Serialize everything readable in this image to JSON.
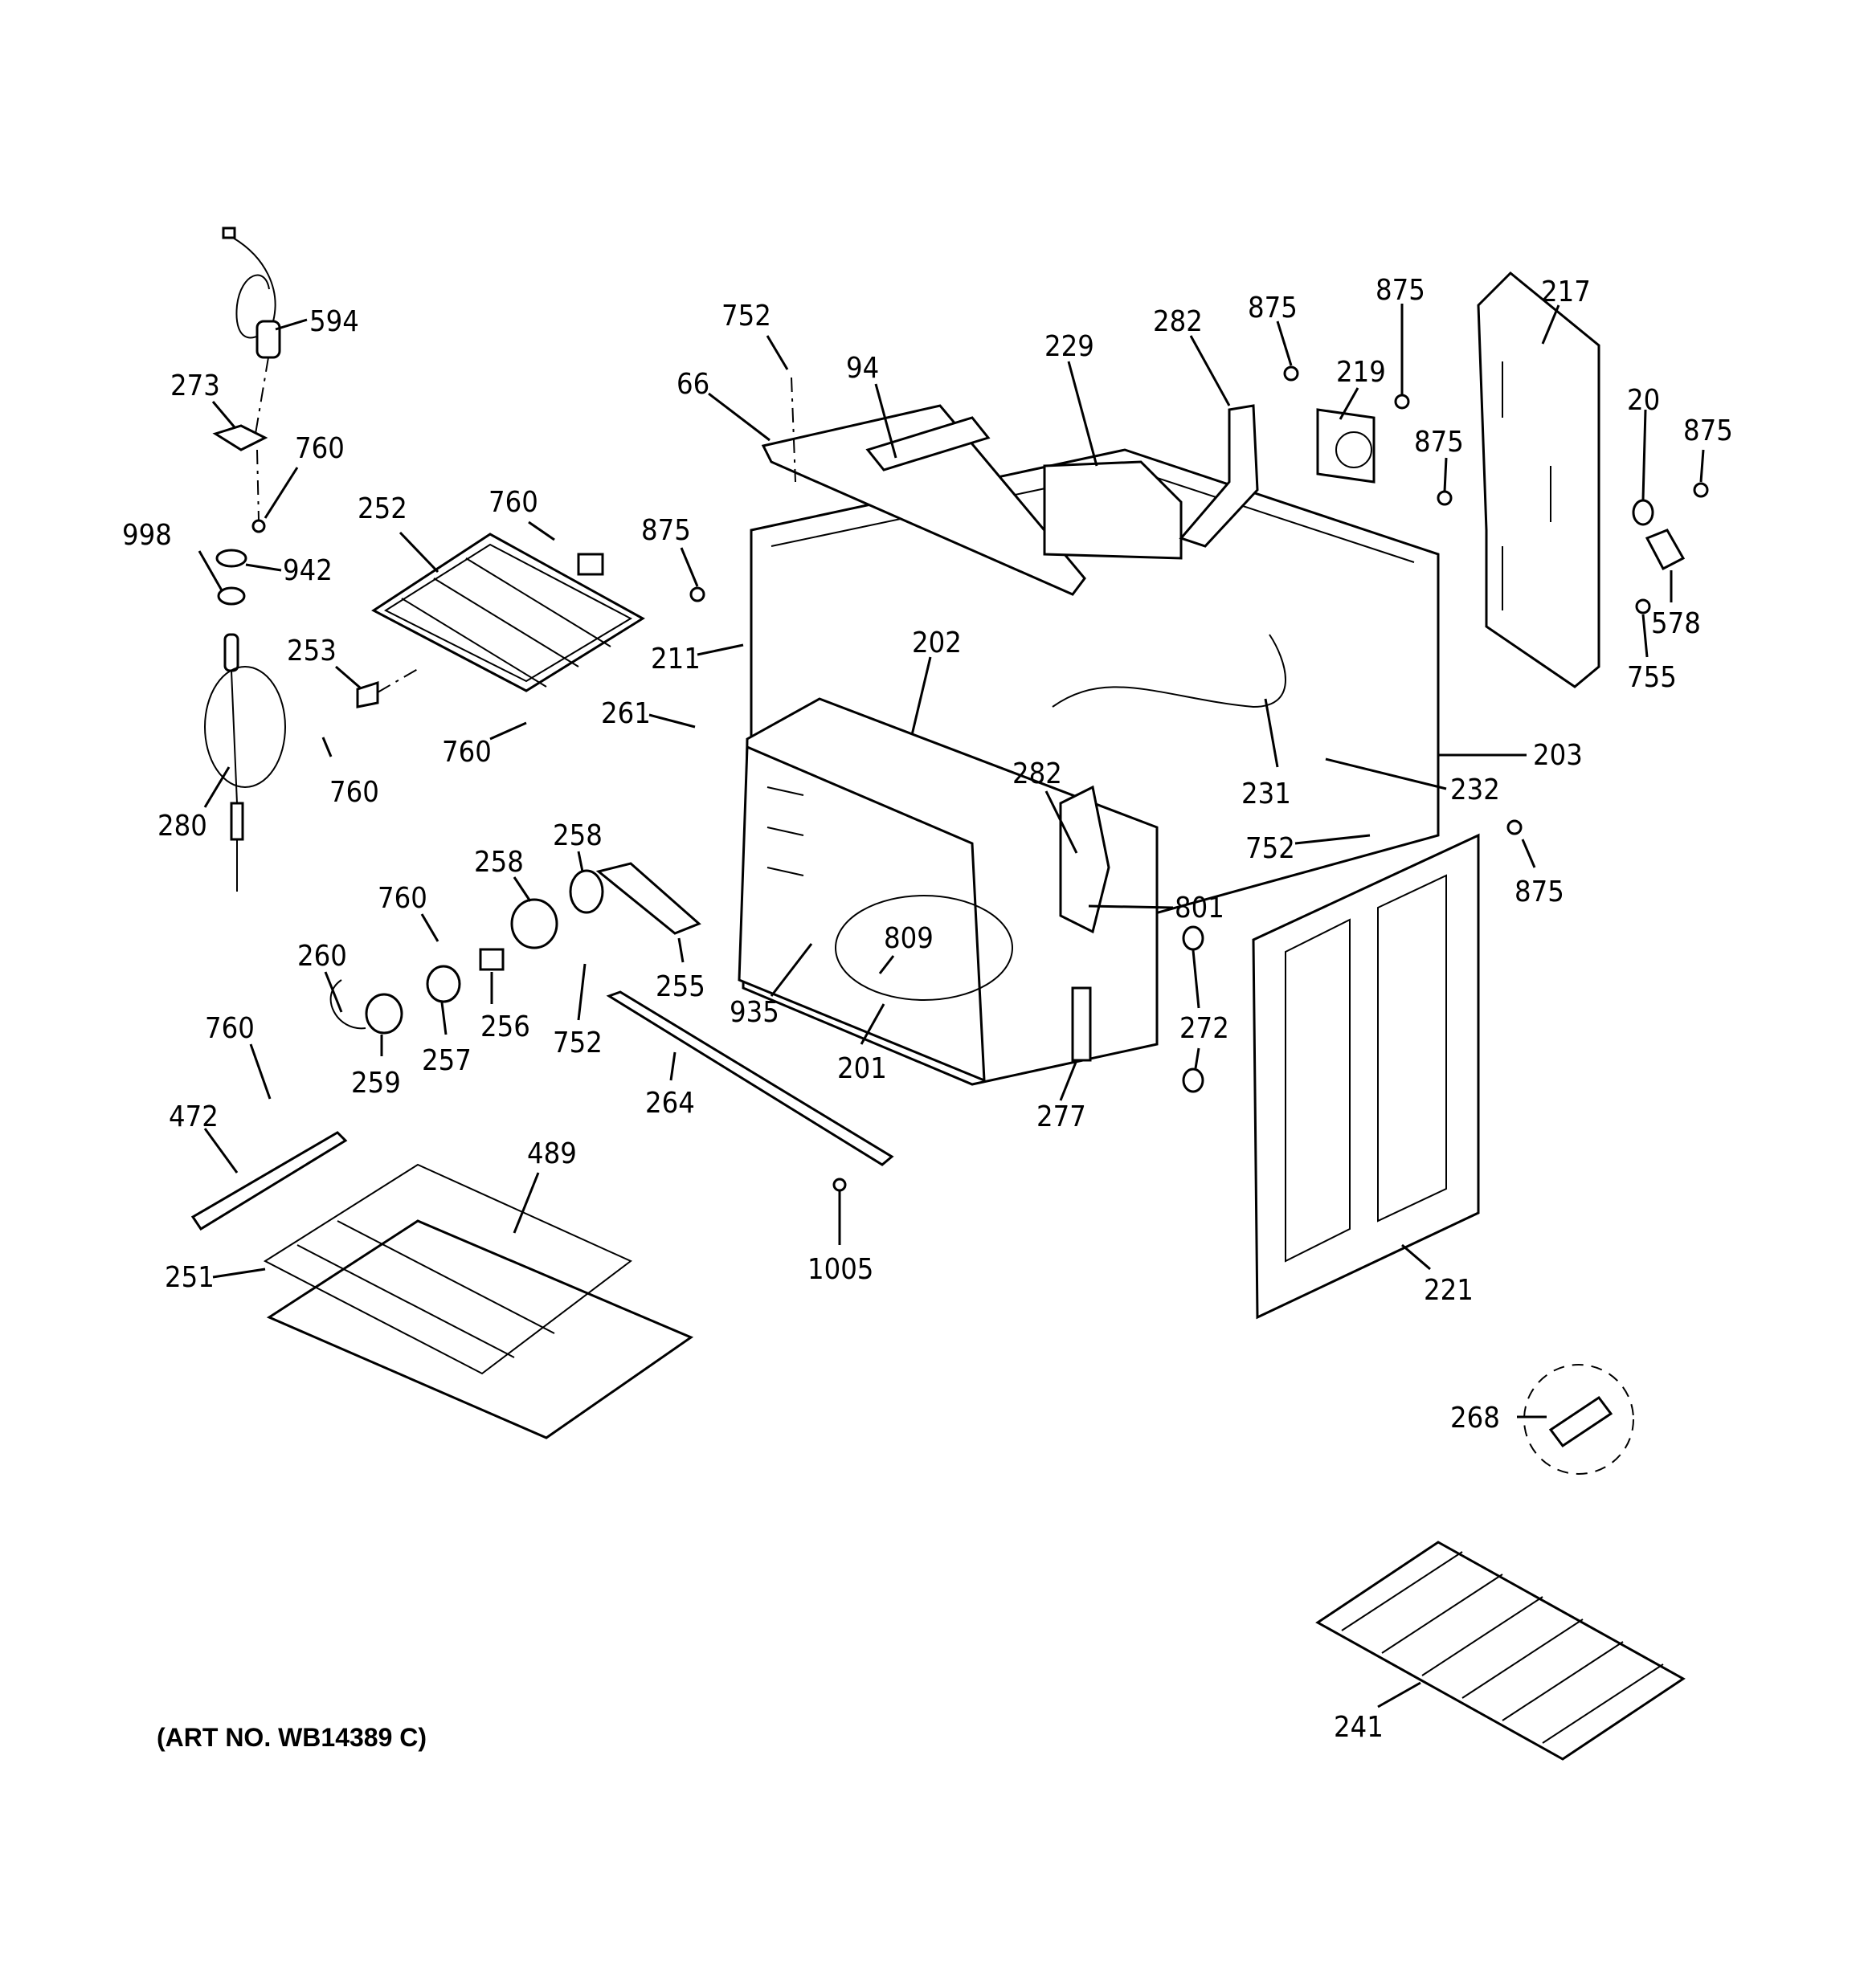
{
  "art_number": "(ART NO. WB14389 C)",
  "callouts": [
    {
      "id": "594"
    },
    {
      "id": "273"
    },
    {
      "id": "760"
    },
    {
      "id": "998"
    },
    {
      "id": "942"
    },
    {
      "id": "280"
    },
    {
      "id": "252"
    },
    {
      "id": "760"
    },
    {
      "id": "253"
    },
    {
      "id": "760"
    },
    {
      "id": "760"
    },
    {
      "id": "752"
    },
    {
      "id": "66"
    },
    {
      "id": "94"
    },
    {
      "id": "875"
    },
    {
      "id": "211"
    },
    {
      "id": "261"
    },
    {
      "id": "202"
    },
    {
      "id": "229"
    },
    {
      "id": "282"
    },
    {
      "id": "875"
    },
    {
      "id": "219"
    },
    {
      "id": "875"
    },
    {
      "id": "875"
    },
    {
      "id": "217"
    },
    {
      "id": "20"
    },
    {
      "id": "875"
    },
    {
      "id": "578"
    },
    {
      "id": "755"
    },
    {
      "id": "203"
    },
    {
      "id": "232"
    },
    {
      "id": "231"
    },
    {
      "id": "282"
    },
    {
      "id": "752"
    },
    {
      "id": "801"
    },
    {
      "id": "875"
    },
    {
      "id": "258"
    },
    {
      "id": "258"
    },
    {
      "id": "760"
    },
    {
      "id": "260"
    },
    {
      "id": "256"
    },
    {
      "id": "257"
    },
    {
      "id": "259"
    },
    {
      "id": "752"
    },
    {
      "id": "255"
    },
    {
      "id": "935"
    },
    {
      "id": "809"
    },
    {
      "id": "201"
    },
    {
      "id": "264"
    },
    {
      "id": "277"
    },
    {
      "id": "272"
    },
    {
      "id": "760"
    },
    {
      "id": "472"
    },
    {
      "id": "489"
    },
    {
      "id": "251"
    },
    {
      "id": "1005"
    },
    {
      "id": "221"
    },
    {
      "id": "268"
    },
    {
      "id": "241"
    }
  ]
}
